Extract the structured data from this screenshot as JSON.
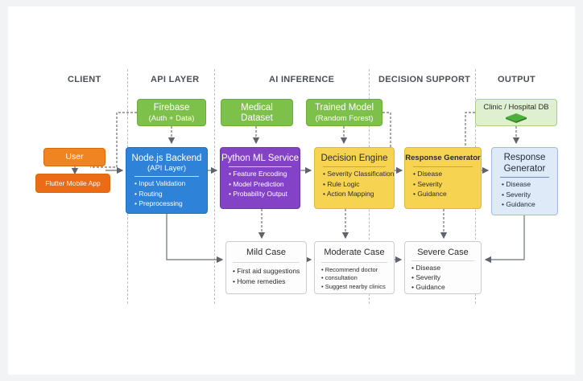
{
  "columns": {
    "client": "CLIENT",
    "api_layer": "API LAYER",
    "ai_inference": "AI INFERENCE",
    "decision_support": "DECISION SUPPORT",
    "output": "OUTPUT"
  },
  "sources": {
    "firebase": {
      "title": "Firebase",
      "sub": "(Auth + Data)"
    },
    "medical": {
      "title": "Medical",
      "sub": "Dataset"
    },
    "trained": {
      "title": "Trained Model",
      "sub": "(Random Forest)"
    },
    "clinic": {
      "title": "Clinic / Hospital DB"
    }
  },
  "client": {
    "user": "User",
    "flutter": "Flutter Mobile App"
  },
  "backend": {
    "title": "Node.js Backend",
    "sub": "(API Layer)",
    "items": [
      "Input Validation",
      "Routing",
      "Preprocessing"
    ]
  },
  "ml_service": {
    "title": "Python ML Service",
    "items": [
      "Feature Encoding",
      "Model Prediction",
      "Probability Output"
    ]
  },
  "decision_engine": {
    "title": "Decision Engine",
    "items": [
      "Severity Classification",
      "Rule Logic",
      "Action Mapping"
    ]
  },
  "response_gen_1": {
    "title": "Response Generator",
    "items": [
      "Disease",
      "Severity",
      "Guidance"
    ]
  },
  "response_gen_2": {
    "title_line1": "Response",
    "title_line2": "Generator",
    "items": [
      "Disease",
      "Severity",
      "Guidance"
    ]
  },
  "cases": {
    "mild": {
      "title": "Mild Case",
      "items": [
        "First aid suggestions",
        "Home remedies"
      ]
    },
    "moderate": {
      "title": "Moderate Case",
      "items": [
        "Recommend doctor",
        "consultation",
        "Suggest nearby clinics"
      ]
    },
    "severe": {
      "title": "Severe Case",
      "items": [
        "Disease",
        "Severity",
        "Guidance"
      ]
    }
  },
  "colors": {
    "green": "#7dc04a",
    "orange": "#ef7d1a",
    "blue": "#2e82d8",
    "purple": "#8443c6",
    "yellow": "#f7d352",
    "light_blue": "#dfeaf8",
    "arrow": "#6b7078"
  },
  "icons": {
    "database": "database-icon"
  }
}
